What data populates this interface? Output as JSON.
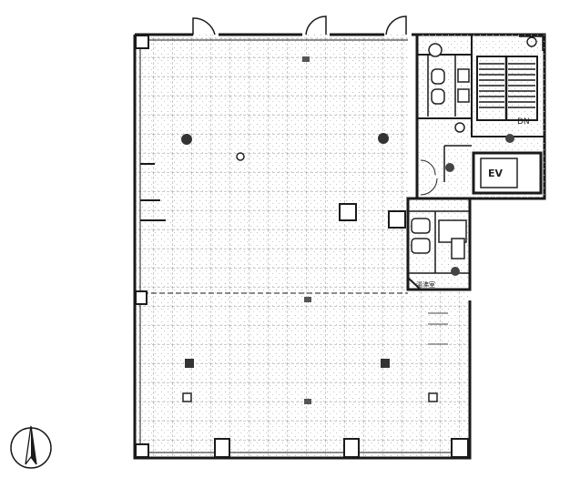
{
  "plan": {
    "labels": {
      "elevator": "EV",
      "dn": "DN",
      "room_small": "湯沸室"
    },
    "icons": {
      "north": "north-arrow-icon"
    },
    "colors": {
      "line": "#1a1a1a",
      "grid": "#8a8a8a",
      "fill": "#ffffff",
      "column": "#333333"
    }
  }
}
